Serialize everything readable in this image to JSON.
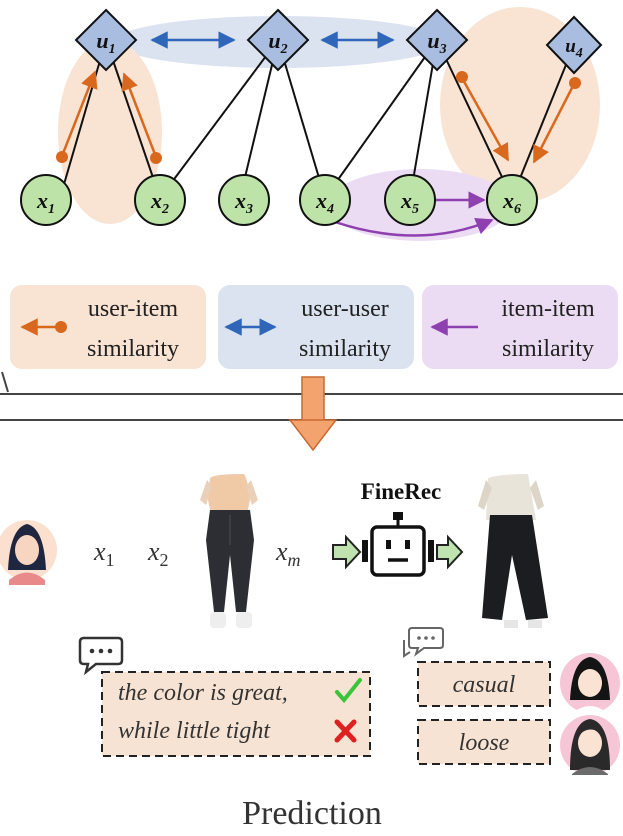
{
  "graph": {
    "users": [
      "u1",
      "u2",
      "u3",
      "u4"
    ],
    "items": [
      "x1",
      "x2",
      "x3",
      "x4",
      "x5",
      "x6"
    ]
  },
  "legend": {
    "user_item": [
      "user-item",
      "similarity"
    ],
    "user_user": [
      "user-user",
      "similarity"
    ],
    "item_item": [
      "item-item",
      "similarity"
    ]
  },
  "sequence": {
    "x1": "x",
    "x1_sub": "1",
    "x2": "x",
    "x2_sub": "2",
    "xm": "x",
    "xm_sub": "m"
  },
  "model_name": "FineRec",
  "feedback": {
    "line1": "the color is great,",
    "line2": "while little tight"
  },
  "tags": {
    "tag1": "casual",
    "tag2": "loose"
  },
  "footer": "Prediction",
  "colors": {
    "user_fill": "#a9bde0",
    "item_fill": "#bde3a8",
    "user_item_arrow": "#d9681f",
    "user_user_arrow": "#2f66b8",
    "item_item_arrow": "#8e3fb0",
    "peach_bg": "#f9e3d3",
    "blue_bg": "#dbe3f1",
    "purple_bg": "#ecdcf3"
  }
}
